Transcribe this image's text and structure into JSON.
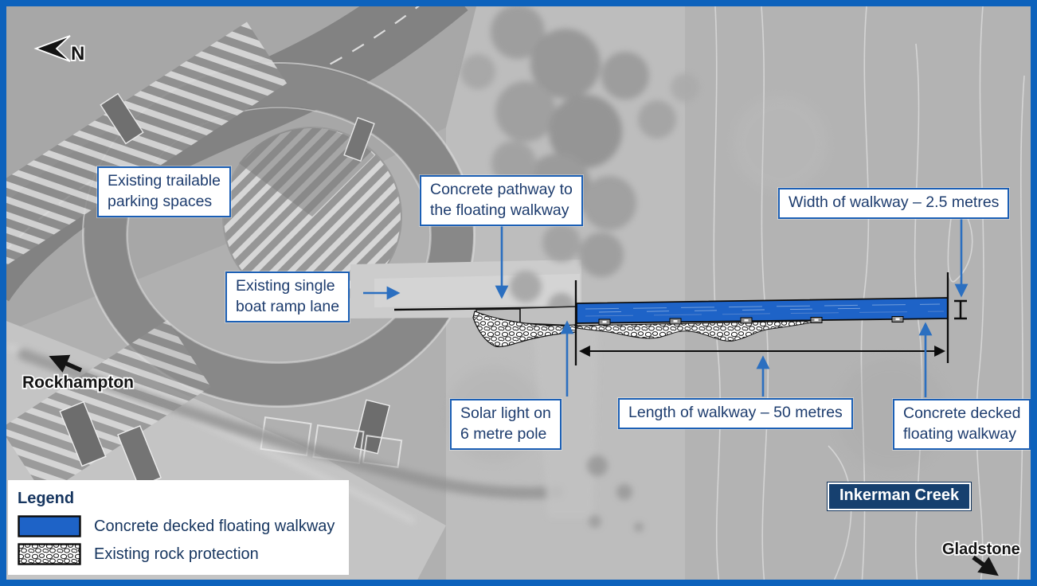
{
  "figure": {
    "type": "site-plan",
    "location_label": "Inkerman Creek",
    "north_label": "N"
  },
  "place": {
    "rockhampton": "Rockhampton",
    "gladstone": "Gladstone",
    "inkerman_creek": "Inkerman Creek"
  },
  "callouts": {
    "parking": {
      "lines": [
        "Existing trailable",
        "parking spaces"
      ]
    },
    "pathway": {
      "lines": [
        "Concrete pathway to",
        "the floating walkway"
      ]
    },
    "width": {
      "lines": [
        "Width of walkway – 2.5 metres"
      ]
    },
    "boat_ramp": {
      "lines": [
        "Existing single",
        "boat ramp lane"
      ]
    },
    "solar": {
      "lines": [
        "Solar light on",
        "6 metre pole"
      ]
    },
    "length": {
      "lines": [
        "Length of walkway – 50 metres"
      ]
    },
    "walkway": {
      "lines": [
        "Concrete decked",
        "floating walkway"
      ]
    }
  },
  "legend": {
    "title": "Legend",
    "items": [
      {
        "swatch": "walkway-blue-swatch",
        "label": "Concrete decked floating walkway"
      },
      {
        "swatch": "rock-pattern-swatch",
        "label": "Existing rock protection"
      }
    ]
  },
  "measurements": {
    "walkway_length_metres": 50,
    "walkway_width_metres": 2.5,
    "light_pole_height_metres": 6
  },
  "colors": {
    "frame_blue": "#0d62bc",
    "callout_border": "#1b5fb5",
    "callout_text": "#1d3c6e",
    "walkway_fill": "#1e63c7",
    "arrow_blue": "#2b6fc0",
    "navy_box": "#16406f"
  }
}
